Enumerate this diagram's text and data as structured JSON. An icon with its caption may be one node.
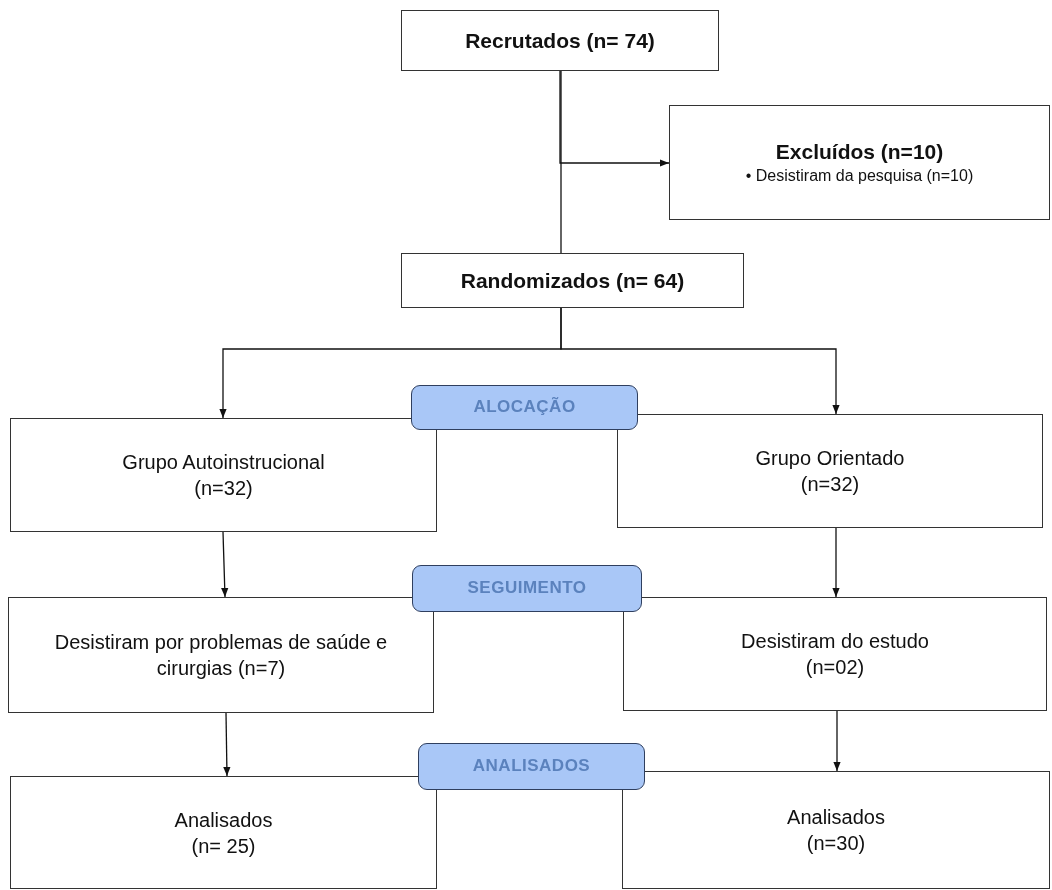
{
  "diagram": {
    "nodes": [
      {
        "text": [
          "Recrutados (n= 74)"
        ]
      },
      {
        "text": [
          "Excluídos (n=10)",
          "• Desistiram da pesquisa (n=10)"
        ]
      },
      {
        "text": [
          "Randomizados (n= 64)"
        ]
      },
      {
        "text": [
          "ALOCAÇÃO"
        ]
      },
      {
        "text": [
          "Grupo Autoinstrucional (n=32)"
        ]
      },
      {
        "text": [
          "Grupo Orientado (n=32)"
        ]
      },
      {
        "text": [
          "SEGUIMENTO"
        ]
      },
      {
        "text": [
          "Desistiram por problemas de saúde e cirurgias (n=7)"
        ]
      },
      {
        "text": [
          "Desistiram do estudo (n=02)"
        ]
      },
      {
        "text": [
          "ANALISADOS"
        ]
      },
      {
        "text": [
          "Analisados (n= 25)"
        ]
      },
      {
        "text": [
          "Analisados (n=30)"
        ]
      }
    ],
    "edges": [
      {
        "from": 0,
        "to": 2,
        "arrow": "none"
      },
      {
        "from": 0,
        "to": 1,
        "arrow": "to"
      },
      {
        "from": 2,
        "to": 4,
        "arrow": "to"
      },
      {
        "from": 2,
        "to": 5,
        "arrow": "to"
      },
      {
        "from": 4,
        "to": 7,
        "arrow": "to"
      },
      {
        "from": 5,
        "to": 8,
        "arrow": "to"
      },
      {
        "from": 7,
        "to": 10,
        "arrow": "to"
      },
      {
        "from": 8,
        "to": 11,
        "arrow": "to"
      }
    ]
  }
}
